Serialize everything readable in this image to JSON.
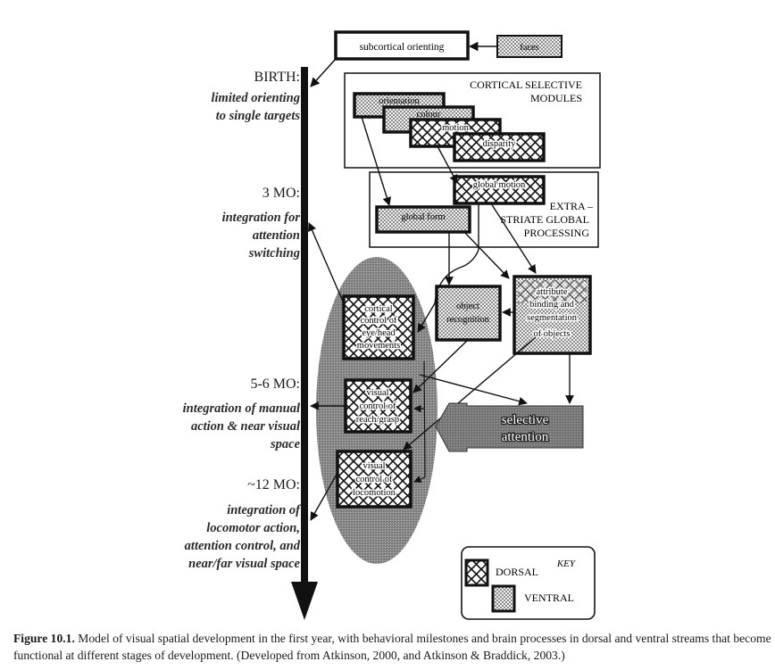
{
  "timeline": {
    "milestones": [
      {
        "title": "BIRTH:",
        "description": "limited orienting\nto single targets"
      },
      {
        "title": "3 MO:",
        "description": "integration for\nattention\nswitching"
      },
      {
        "title": "5-6 MO:",
        "description": "integration of manual\naction & near visual\nspace"
      },
      {
        "title": "~12 MO:",
        "description": "integration of\nlocomotor action,\nattention control, and\nnear/far visual space"
      }
    ]
  },
  "boxes": {
    "subcortical_orienting": "subcortical  orienting",
    "faces": "faces",
    "cortical_modules_title_1": "CORTICAL SELECTIVE",
    "cortical_modules_title_2": "MODULES",
    "orientation": "orientation",
    "colour": "colour",
    "motion": "motion",
    "disparity": "disparity",
    "global_motion": "global motion",
    "global_form": "global form",
    "extrastriate_title_1": "EXTRA –",
    "extrastriate_title_2": "STRIATE GLOBAL",
    "extrastriate_title_3": "PROCESSING",
    "object_recognition_1": "object",
    "object_recognition_2": "recognition",
    "attribute_binding_1": "attribute",
    "attribute_binding_2": "binding and",
    "attribute_binding_3": "segmentation",
    "attribute_binding_4": "of objects",
    "eye_head_1": "cortical",
    "eye_head_2": "control of",
    "eye_head_3": "eye/head",
    "eye_head_4": "movements",
    "reach_grasp_1": "visual",
    "reach_grasp_2": "control of",
    "reach_grasp_3": "reach/grasp",
    "locomotion_1": "visual",
    "locomotion_2": "control of",
    "locomotion_3": "locomotion",
    "selective_attention_1": "selective",
    "selective_attention_2": "attention"
  },
  "key": {
    "title": "KEY",
    "dorsal": "DORSAL",
    "ventral": "VENTRAL"
  },
  "caption": {
    "label": "Figure 10.1.",
    "text": " Model of visual spatial development in the first year, with behavioral milestones and brain processes in dorsal and ventral streams that become functional at different stages of development. (Developed from Atkinson, 2000, and Atkinson & Braddick, 2003.)"
  },
  "colors": {
    "ink": "#111111",
    "ellipse": "#8a8a8a",
    "attention_box": "#7a7a7a"
  }
}
